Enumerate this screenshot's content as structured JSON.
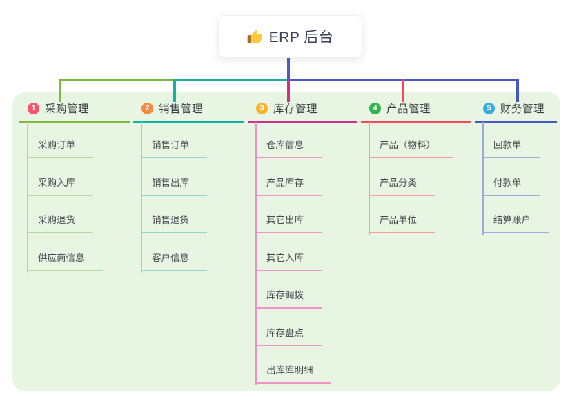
{
  "root": {
    "label": "ERP 后台",
    "icon": "thumbs-up-icon"
  },
  "colors": {
    "panel_background": "#e8f5e2",
    "root_connector": "#4a5ac9",
    "root_text": "#3a4458",
    "branch_text": "#3a3f46",
    "child_text": "#464b51"
  },
  "branches": [
    {
      "id": "purchase-management",
      "badge": "1",
      "label": "采购管理",
      "badge_color": "#f2566f",
      "line_color": "#7cb93f",
      "child_line_color": "#b5db9b",
      "children": [
        "采购订单",
        "采购入库",
        "采购退货",
        "供应商信息"
      ]
    },
    {
      "id": "sales-management",
      "badge": "2",
      "label": "销售管理",
      "badge_color": "#f8883e",
      "line_color": "#12b2a4",
      "child_line_color": "#8fd8ce",
      "children": [
        "销售订单",
        "销售出库",
        "销售退货",
        "客户信息"
      ]
    },
    {
      "id": "inventory-management",
      "badge": "3",
      "label": "库存管理",
      "badge_color": "#f9b32b",
      "line_color": "#d12e8a",
      "child_line_color": "#f093c6",
      "children": [
        "仓库信息",
        "产品库存",
        "其它出库",
        "其它入库",
        "库存调拨",
        "库存盘点",
        "出库库明细"
      ]
    },
    {
      "id": "product-management",
      "badge": "4",
      "label": "产品管理",
      "badge_color": "#31b44d",
      "line_color": "#f4495d",
      "child_line_color": "#f99ba1",
      "children": [
        "产品（物料）",
        "产品分类",
        "产品单位"
      ]
    },
    {
      "id": "finance-management",
      "badge": "5",
      "label": "财务管理",
      "badge_color": "#38ace0",
      "line_color": "#4657c8",
      "child_line_color": "#9dacdf",
      "children": [
        "回款单",
        "付款单",
        "结算账户"
      ]
    }
  ]
}
